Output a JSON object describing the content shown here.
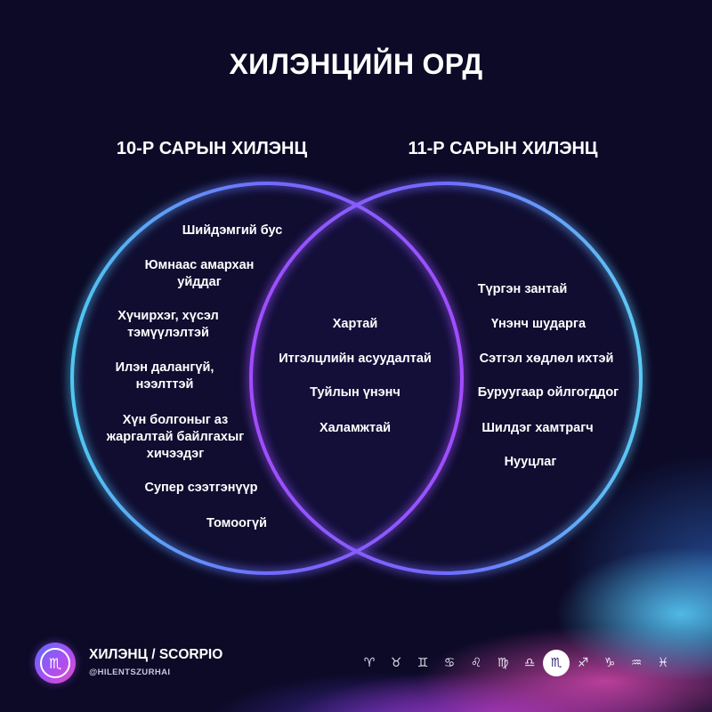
{
  "title": "ХИЛЭНЦИЙН ОРД",
  "venn": {
    "left": {
      "heading": "10-Р САРЫН ХИЛЭНЦ",
      "items": [
        "Шийдэмгий бус",
        "Юмнаас амархан\nуйддаг",
        "Хүчирхэг, хүсэл\nтэмүүлэлтэй",
        "Илэн далангүй,\nнээлттэй",
        "Хүн болгоныг аз\nжаргалтай байлгахыг\nхичээдэг",
        "Супер сээтгэнүүр",
        "Томоогүй"
      ]
    },
    "center": {
      "items": [
        "Хартай",
        "Итгэлцлийн асуудалтай",
        "Туйлын үнэнч",
        "Халамжтай"
      ]
    },
    "right": {
      "heading": "11-Р САРЫН ХИЛЭНЦ",
      "items": [
        "Түргэн зантай",
        "Үнэнч шударга",
        "Сэтгэл хөдлөл ихтэй",
        "Буруугаар ойлгогддог",
        "Шилдэг хамтрагч",
        "Нууцлаг"
      ]
    }
  },
  "brand": {
    "logo_icon": "scorpio-icon",
    "logo_glyph": "♏",
    "name": "ХИЛЭНЦ / SCORPIO",
    "handle": "@HILENTSZURHAI"
  },
  "zodiac_bar": {
    "active": "scorpio-icon",
    "signs": [
      {
        "icon": "aries-icon",
        "glyph": "♈"
      },
      {
        "icon": "taurus-icon",
        "glyph": "♉"
      },
      {
        "icon": "gemini-icon",
        "glyph": "♊"
      },
      {
        "icon": "cancer-icon",
        "glyph": "♋"
      },
      {
        "icon": "leo-icon",
        "glyph": "♌"
      },
      {
        "icon": "virgo-icon",
        "glyph": "♍"
      },
      {
        "icon": "libra-icon",
        "glyph": "♎"
      },
      {
        "icon": "scorpio-icon",
        "glyph": "♏"
      },
      {
        "icon": "sagittarius-icon",
        "glyph": "♐"
      },
      {
        "icon": "capricorn-icon",
        "glyph": "♑"
      },
      {
        "icon": "aquarius-icon",
        "glyph": "♒"
      },
      {
        "icon": "pisces-icon",
        "glyph": "♓"
      }
    ]
  },
  "colors": {
    "background": "#0c0a27",
    "text": "#ffffff",
    "circle_blue": "#4fc8f2",
    "circle_violet": "#6f6cff",
    "circle_purple": "#a24cff",
    "circle_cyan": "#5ccaf5",
    "glow_pink": "#e44fc0",
    "glow_cyan": "#5ad2ff"
  }
}
